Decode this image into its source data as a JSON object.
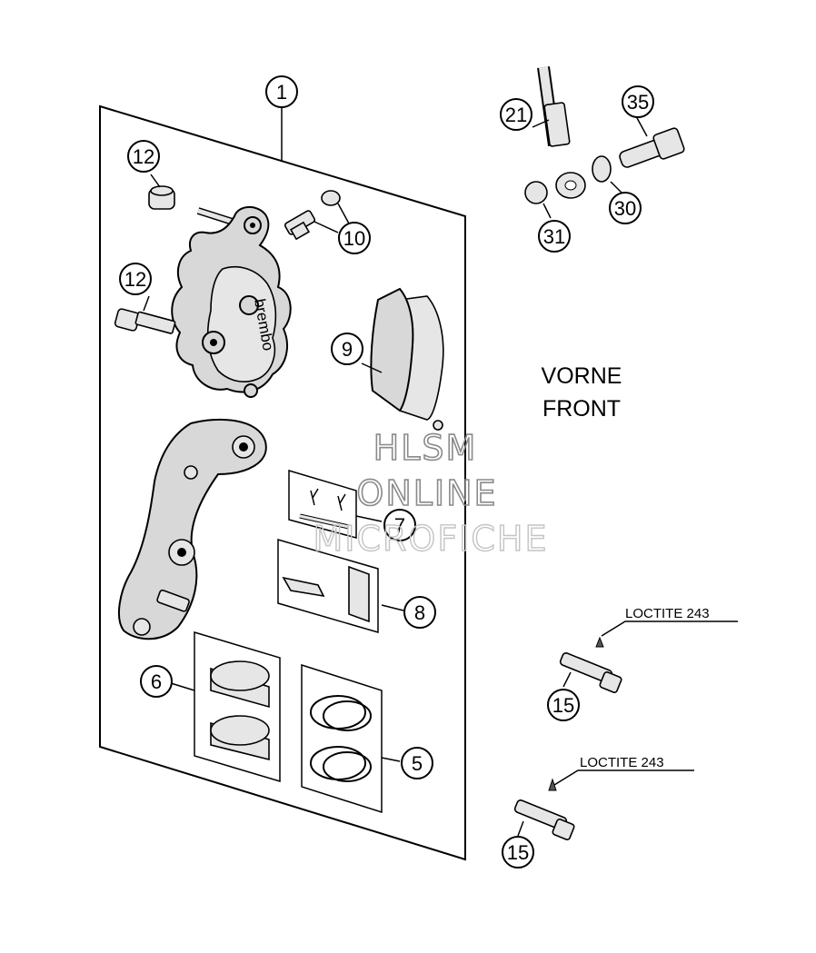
{
  "direction": {
    "line1": "VORNE",
    "line2": "FRONT"
  },
  "watermark": {
    "line1": "HLSM",
    "line2": "ONLINE",
    "line3": "MICROFICHE"
  },
  "loctite": {
    "label_a": "LOCTITE 243",
    "label_b": "LOCTITE 243"
  },
  "callouts": {
    "c1": "1",
    "c5": "5",
    "c6": "6",
    "c7": "7",
    "c8": "8",
    "c9": "9",
    "c10": "10",
    "c12a": "12",
    "c12b": "12",
    "c15a": "15",
    "c15b": "15",
    "c21": "21",
    "c30": "30",
    "c31": "31",
    "c35": "35"
  },
  "caliper_brand": "brembo"
}
